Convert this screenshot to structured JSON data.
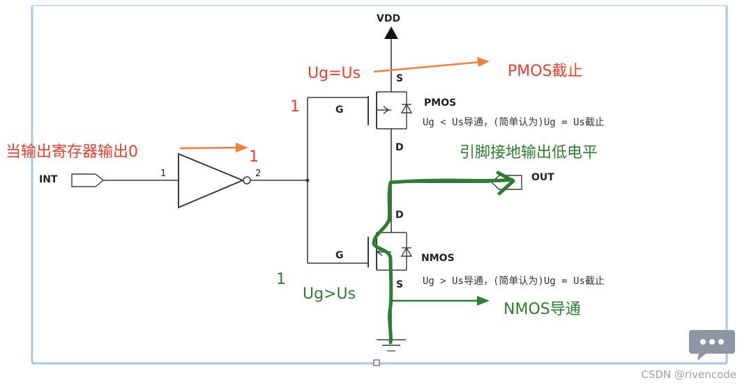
{
  "supply": {
    "vdd": "VDD"
  },
  "input": {
    "name": "INT",
    "pin_in": "1",
    "pin_out": "2"
  },
  "output": {
    "name": "OUT"
  },
  "pmos": {
    "label": "PMOS",
    "source": "S",
    "drain": "D",
    "gate": "G",
    "note": "Ug < Us导通，(简单认为)Ug = Us截止"
  },
  "nmos": {
    "label": "NMOS",
    "source": "S",
    "drain": "D",
    "gate": "G",
    "note": "Ug > Us导通，(简单认为)Ug = Us截止"
  },
  "annotations": {
    "register_out": "当输出寄存器输出0",
    "inverter_out": "1",
    "pmos_gate_val": "1",
    "ug_eq_us": "Ug=Us",
    "pmos_off": "PMOS截止",
    "pin_ground": "引脚接地输出低电平",
    "nmos_gate_val": "1",
    "ug_gt_us": "Ug>Us",
    "nmos_on": "NMOS导通"
  },
  "colors": {
    "orange": "#f07f3c",
    "red": "#e8402e",
    "green": "#2e7d32",
    "line": "#3a3a3a",
    "frame": "#a7c7e7"
  },
  "watermark": "CSDN @rivencode"
}
